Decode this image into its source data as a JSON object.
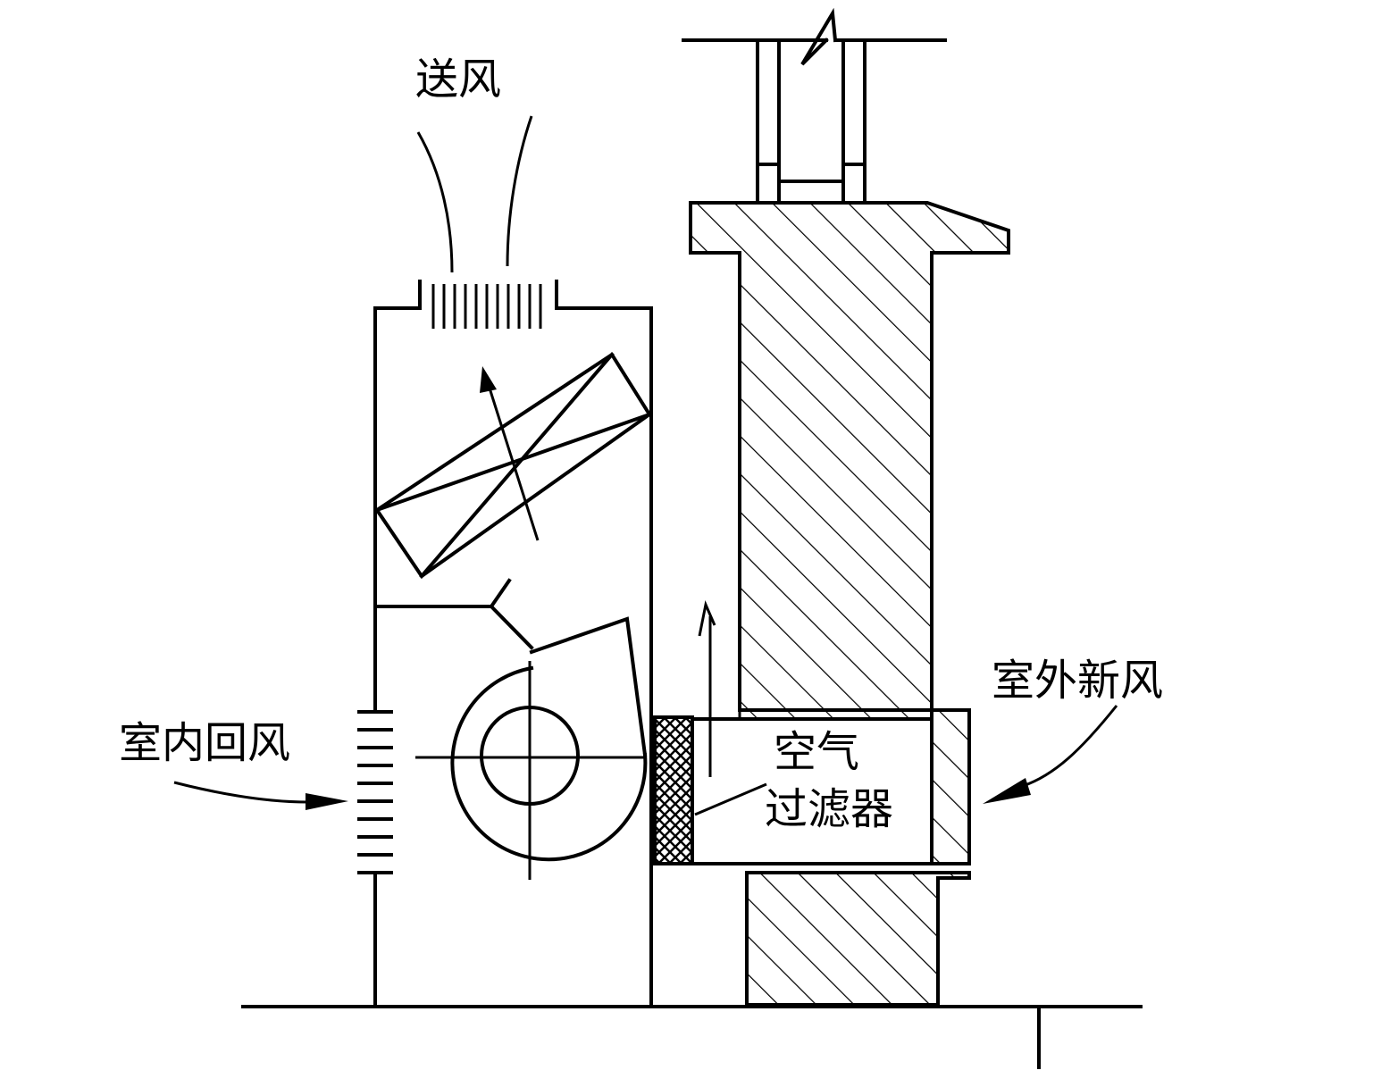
{
  "labels": {
    "supply_air": "送风",
    "indoor_return_air": "室内回风",
    "outdoor_fresh_air": "室外新风",
    "air_filter_line1": "空气",
    "air_filter_line2": "过滤器"
  },
  "colors": {
    "ink": "#000000",
    "background": "#ffffff"
  }
}
